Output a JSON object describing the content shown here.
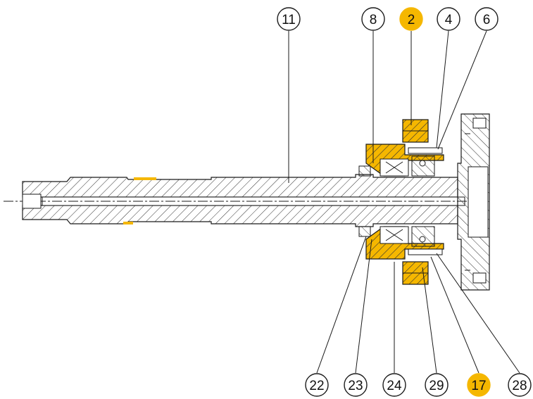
{
  "diagram": {
    "colors": {
      "highlight": "#F5B700",
      "line": "#1a1a1a",
      "hatch": "#333333",
      "background": "#ffffff"
    },
    "callouts_top": [
      {
        "label": "11",
        "highlighted": false
      },
      {
        "label": "8",
        "highlighted": false
      },
      {
        "label": "2",
        "highlighted": true
      },
      {
        "label": "4",
        "highlighted": false
      },
      {
        "label": "6",
        "highlighted": false
      }
    ],
    "callouts_bottom": [
      {
        "label": "22",
        "highlighted": false
      },
      {
        "label": "23",
        "highlighted": false
      },
      {
        "label": "24",
        "highlighted": false
      },
      {
        "label": "29",
        "highlighted": false
      },
      {
        "label": "17",
        "highlighted": true
      },
      {
        "label": "28",
        "highlighted": false
      }
    ]
  }
}
